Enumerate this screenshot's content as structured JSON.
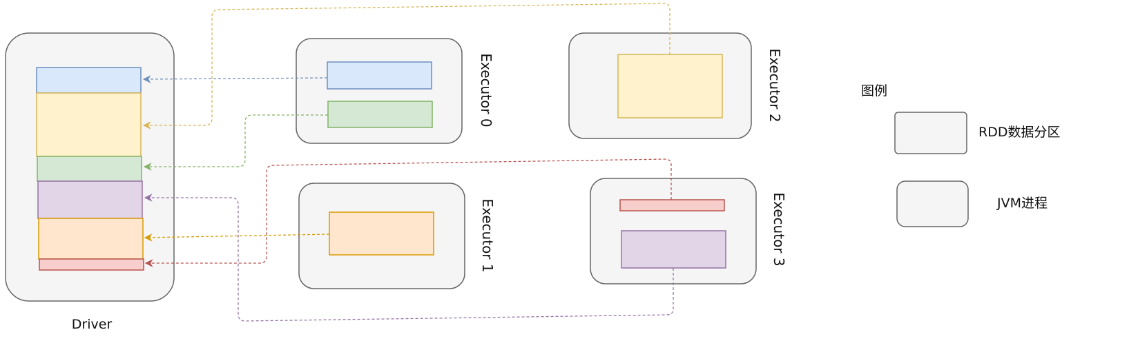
{
  "driver": {
    "label": "Driver",
    "partitions": [
      {
        "fill": "#dae8fc",
        "stroke": "#6c8ebf"
      },
      {
        "fill": "#fff2cc",
        "stroke": "#d6b656"
      },
      {
        "fill": "#d5e8d4",
        "stroke": "#82b366"
      },
      {
        "fill": "#e1d5e7",
        "stroke": "#9673a6"
      },
      {
        "fill": "#ffe6cc",
        "stroke": "#d79b00"
      },
      {
        "fill": "#f8cecc",
        "stroke": "#b85450"
      }
    ]
  },
  "executors": [
    {
      "label": "Executor 0"
    },
    {
      "label": "Executor 1"
    },
    {
      "label": "Executor 2"
    },
    {
      "label": "Executor 3"
    }
  ],
  "legend": {
    "title": "图例",
    "rdd_partition_label": "RDD数据分区",
    "jvm_process_label": "JVM进程"
  },
  "colors": {
    "blue": "#6c8ebf",
    "yellow": "#d6b656",
    "green": "#82b366",
    "purple": "#9673a6",
    "orange": "#d79b00",
    "red": "#b85450",
    "jvm_fill": "#f5f5f5",
    "jvm_stroke": "#666666"
  }
}
